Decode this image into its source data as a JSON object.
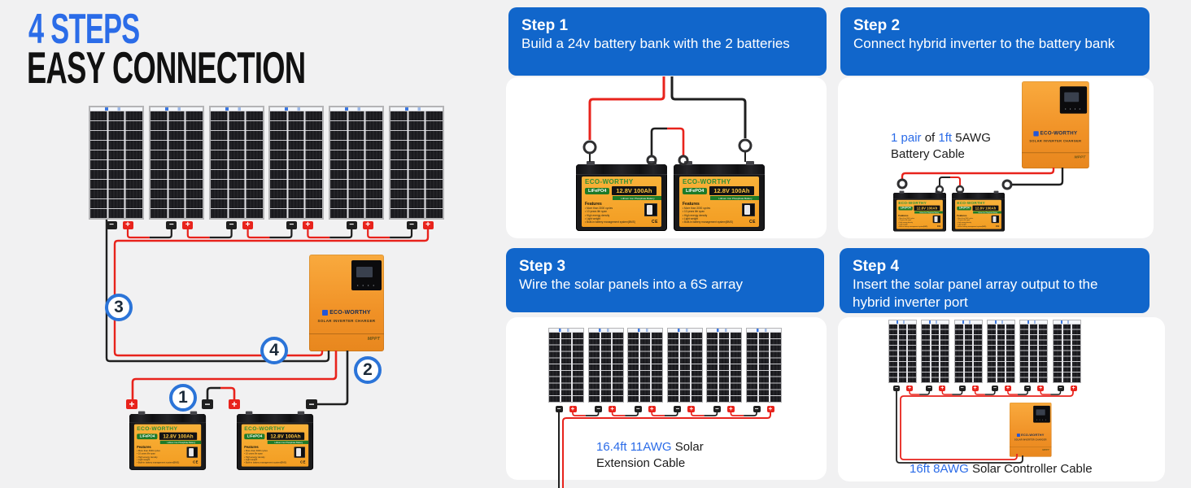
{
  "title": {
    "line1": "4 STEPS",
    "line2": "EASY CONNECTION"
  },
  "colors": {
    "header_blue": "#1166cb",
    "title_blue": "#2b6ce8",
    "accent_blue": "#2b6ce8",
    "wire_red": "#e8231c",
    "wire_black": "#1f1f1f",
    "page_bg": "#f1f1f2",
    "card_bg": "#ffffff"
  },
  "steps": [
    {
      "label": "Step 1",
      "description": "Build a 24v battery bank with the 2 batteries"
    },
    {
      "label": "Step 2",
      "description": "Connect hybrid inverter to the battery bank"
    },
    {
      "label": "Step 3",
      "description": "Wire the solar panels into a 6S array"
    },
    {
      "label": "Step 4",
      "description": "Insert the solar panel array output to the hybrid inverter port"
    }
  ],
  "connection_markers": [
    "1",
    "2",
    "3",
    "4"
  ],
  "callouts": {
    "step2_cable": {
      "line1": [
        {
          "t": "1 pair",
          "blue": true
        },
        {
          "t": " of ",
          "blue": false
        },
        {
          "t": "1ft",
          "blue": true
        },
        {
          "t": " 5AWG",
          "blue": false
        }
      ],
      "line2": [
        {
          "t": "Battery Cable",
          "blue": false
        }
      ]
    },
    "step3_cable": {
      "line1": [
        {
          "t": "16.4ft 11AWG",
          "blue": true
        },
        {
          "t": " Solar",
          "blue": false
        }
      ],
      "line2": [
        {
          "t": "Extension Cable",
          "blue": false
        }
      ]
    },
    "step4_cable": {
      "line1": [
        {
          "t": "16ft 8AWG",
          "blue": true
        },
        {
          "t": " Solar Controller Cable",
          "blue": false
        }
      ]
    }
  },
  "battery": {
    "brand": "ECO-WORTHY",
    "chemistry": "LiFePO4",
    "rating": "12.8V 100Ah",
    "subtitle": "Lithium Iron Phosphate Battery",
    "features_title": "Features",
    "features": [
      "More than 3000 cycles",
      "10 years life span",
      "High energy density",
      "Light weight",
      "Built-in battery management system(BMS)"
    ],
    "certs": "CE"
  },
  "inverter": {
    "brand": "ECO-WORTHY",
    "label": "SOLAR INVERTER CHARGER",
    "badge": "MPPT"
  },
  "array": {
    "panel_count_main": 6,
    "panel_count_step3": 6,
    "panel_count_step4": 6
  }
}
